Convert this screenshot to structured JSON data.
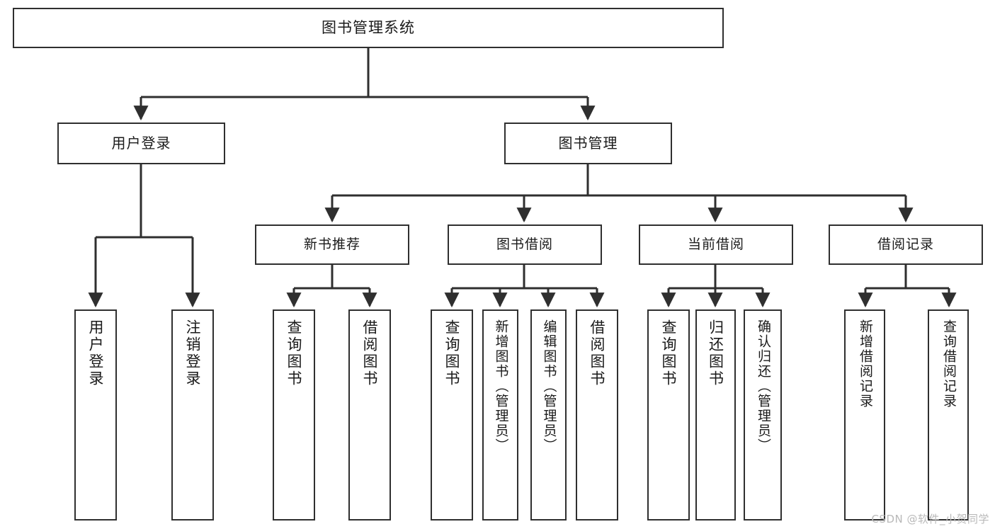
{
  "diagram": {
    "title": "图书管理系统",
    "watermark": "CSDN @软件_小贺同学",
    "colors": {
      "background": "#ffffff",
      "stroke": "#2f2f2f",
      "box_fill": "#ffffff",
      "text": "#1a1a1a",
      "watermark": "#b9b9b9"
    },
    "root": {
      "label": "图书管理系统"
    },
    "level1": [
      {
        "label": "用户登录"
      },
      {
        "label": "图书管理"
      }
    ],
    "level2": [
      {
        "label": "新书推荐"
      },
      {
        "label": "图书借阅"
      },
      {
        "label": "当前借阅"
      },
      {
        "label": "借阅记录"
      }
    ],
    "leaves": {
      "user_login": [
        {
          "label": "用户登录"
        },
        {
          "label": "注销登录"
        }
      ],
      "new_book": [
        {
          "label": "查询图书"
        },
        {
          "label": "借阅图书"
        }
      ],
      "book_borrow": [
        {
          "label": "查询图书"
        },
        {
          "label": "新增图书（管理员）"
        },
        {
          "label": "编辑图书（管理员）"
        },
        {
          "label": "借阅图书"
        }
      ],
      "current_borrow": [
        {
          "label": "查询图书"
        },
        {
          "label": "归还图书"
        },
        {
          "label": "确认归还（管理员）"
        }
      ],
      "borrow_record": [
        {
          "label": "新增借阅记录"
        },
        {
          "label": "查询借阅记录"
        }
      ]
    }
  }
}
